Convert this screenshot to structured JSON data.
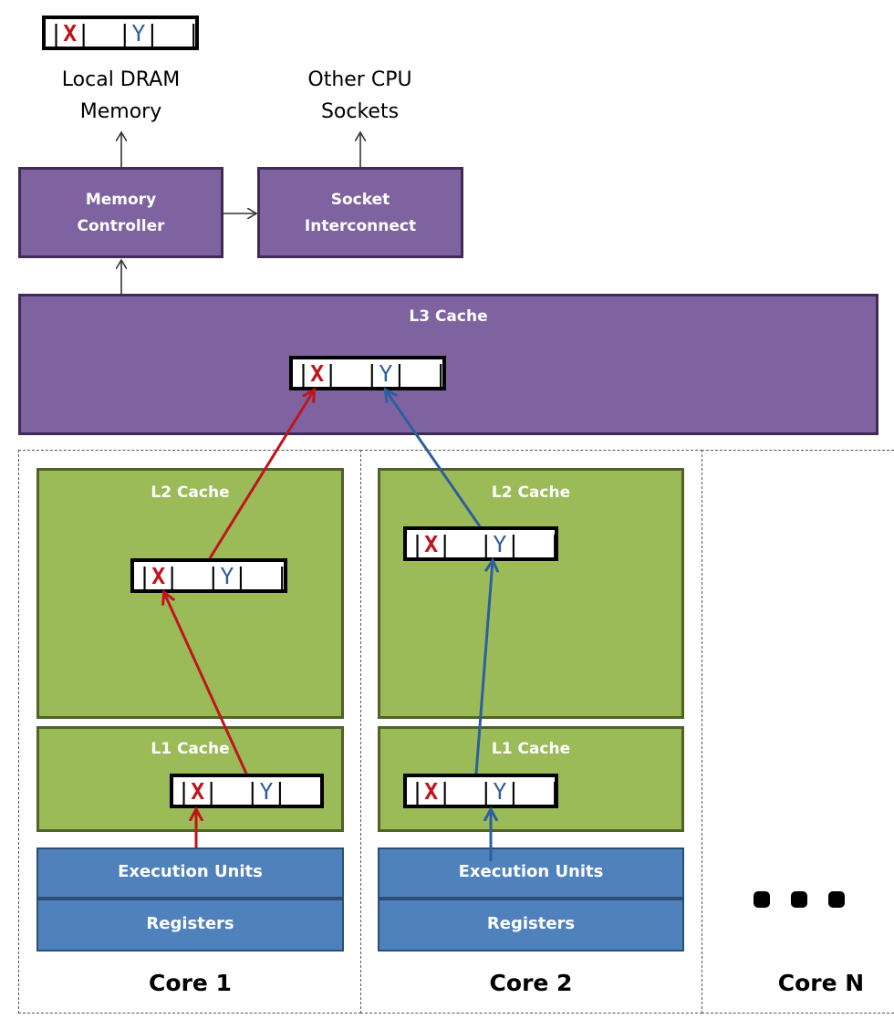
{
  "cache_line": {
    "bar": "|",
    "x": "X",
    "y": "Y"
  },
  "top": {
    "dram_label_1": "Local DRAM",
    "dram_label_2": "Memory",
    "cpu_label_1": "Other CPU",
    "cpu_label_2": "Sockets"
  },
  "blocks": {
    "memory_controller_1": "Memory",
    "memory_controller_2": "Controller",
    "socket_interconnect_1": "Socket",
    "socket_interconnect_2": "Interconnect",
    "l3": "L3 Cache"
  },
  "cores": [
    {
      "label": "Core 1",
      "l2": "L2 Cache",
      "l1": "L1 Cache",
      "exec": "Execution Units",
      "regs": "Registers"
    },
    {
      "label": "Core 2",
      "l2": "L2 Cache",
      "l1": "L1 Cache",
      "exec": "Execution Units",
      "regs": "Registers"
    },
    {
      "label": "Core N"
    }
  ],
  "colors": {
    "x_arrow": "#c0141c",
    "y_arrow": "#2e5f9c",
    "purple": "#7f63a1",
    "green": "#9bbb59",
    "blue": "#4f81bd"
  }
}
